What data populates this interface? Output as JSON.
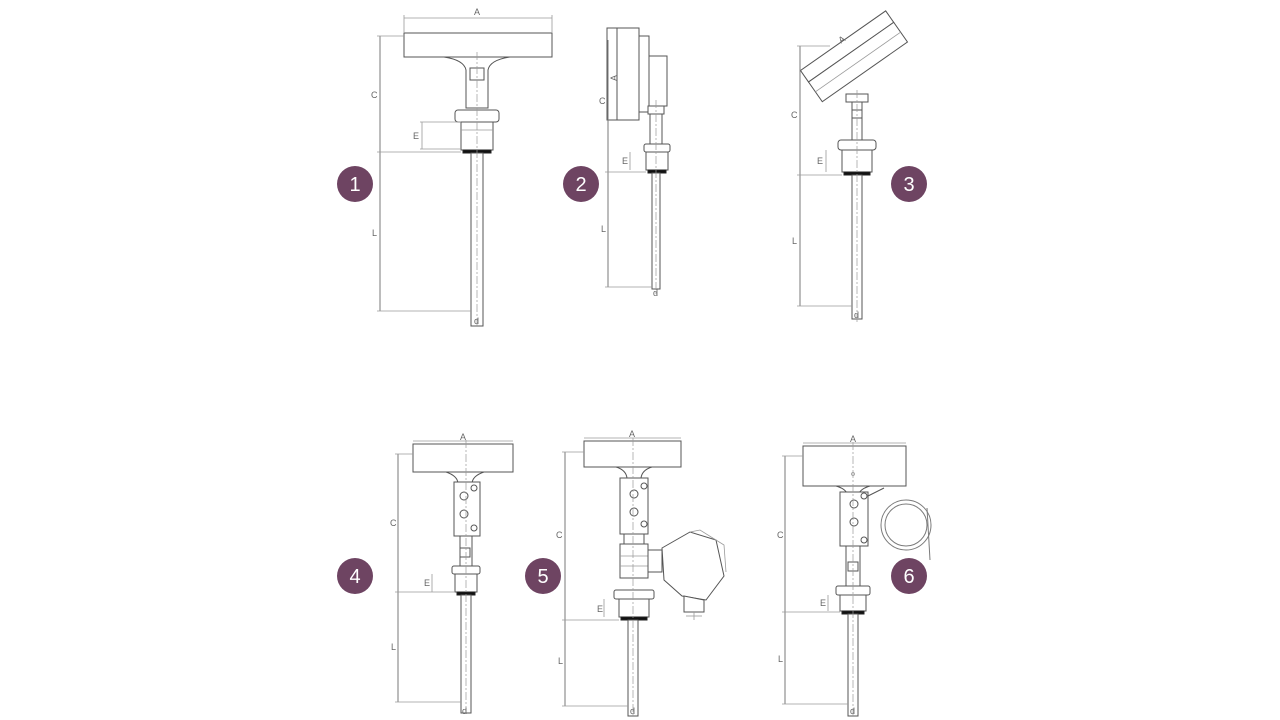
{
  "diagram": {
    "accent_color": "#6e4462",
    "variants": [
      {
        "badge": "1",
        "labels": {
          "A": "A",
          "C": "C",
          "E": "E",
          "L": "L",
          "d": "d"
        }
      },
      {
        "badge": "2",
        "labels": {
          "A": "A",
          "C": "C",
          "E": "E",
          "L": "L",
          "d": "d"
        }
      },
      {
        "badge": "3",
        "labels": {
          "A": "A",
          "C": "C",
          "E": "E",
          "L": "L",
          "d": "d"
        }
      },
      {
        "badge": "4",
        "labels": {
          "A": "A",
          "C": "C",
          "E": "E",
          "L": "L",
          "d": "d"
        }
      },
      {
        "badge": "5",
        "labels": {
          "A": "A",
          "C": "C",
          "E": "E",
          "L": "L",
          "d": "d"
        }
      },
      {
        "badge": "6",
        "labels": {
          "A": "A",
          "C": "C",
          "E": "E",
          "L": "L",
          "d": "d"
        }
      }
    ]
  }
}
